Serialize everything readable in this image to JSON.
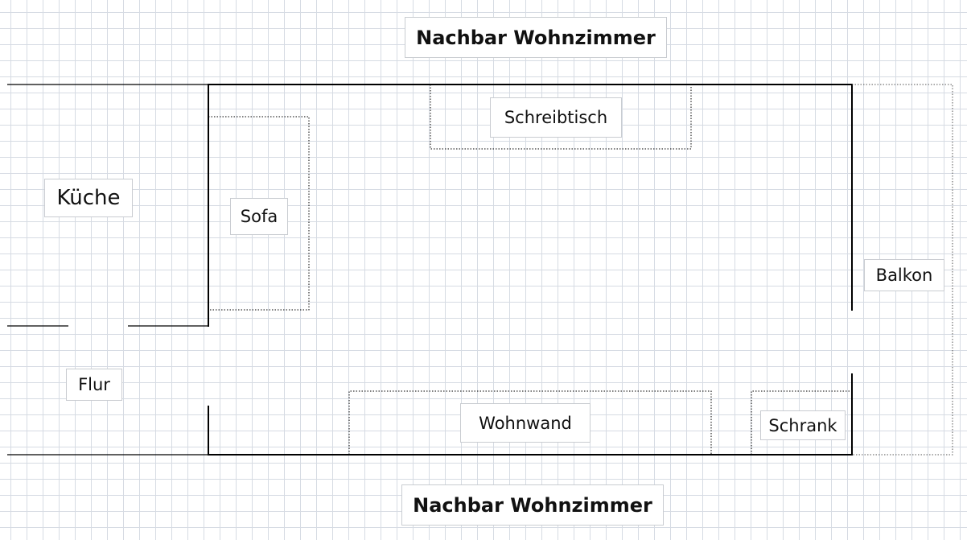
{
  "floor_plan": {
    "neighbor_top": "Nachbar Wohnzimmer",
    "neighbor_bottom": "Nachbar Wohnzimmer",
    "rooms": {
      "kitchen": "Küche",
      "hallway": "Flur",
      "balcony": "Balkon"
    },
    "furniture": {
      "desk": "Schreibtisch",
      "sofa": "Sofa",
      "wall_unit": "Wohnwand",
      "cabinet": "Schrank"
    }
  }
}
